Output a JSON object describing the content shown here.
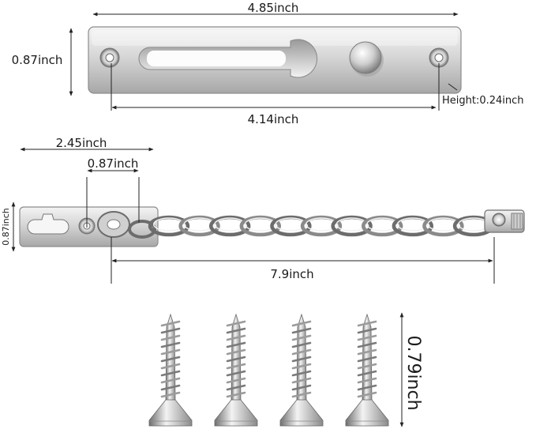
{
  "dimensions": {
    "plate_length": "4.85inch",
    "plate_width": "0.87inch",
    "hole_spacing": "4.14inch",
    "plate_height": "Height:0.24inch",
    "anchor_offset": "2.45inch",
    "anchor_hole_spacing": "0.87inch",
    "anchor_width": "0.87inch",
    "chain_length": "7.9inch",
    "screw_length": "0.79inch"
  },
  "chain": {
    "link_count": 11
  },
  "screws": {
    "count": 4
  },
  "colors": {
    "metal_light": "#eeeeee",
    "metal_mid": "#c7c7c7",
    "metal_dark": "#7d7d7d",
    "dimension_line": "#222222"
  }
}
